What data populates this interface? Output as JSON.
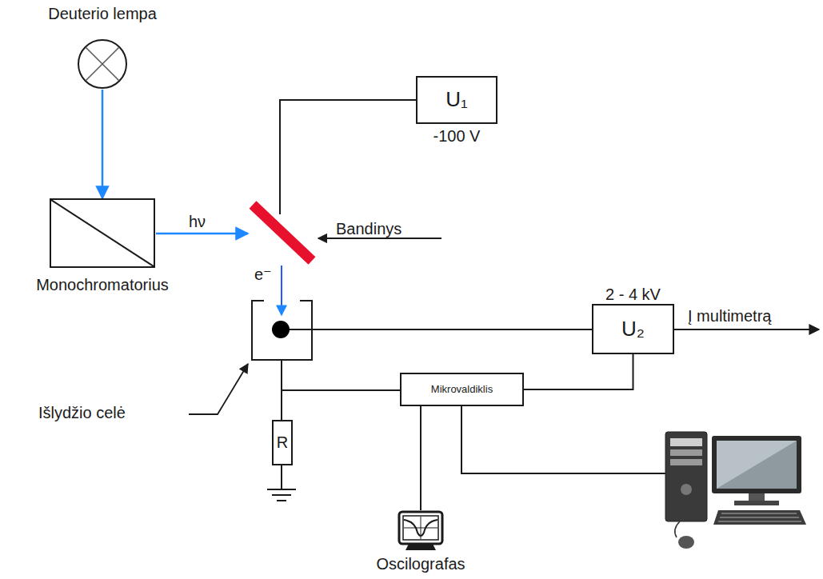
{
  "diagram": {
    "nodes": [
      {
        "text": [
          "Deuterio lempa"
        ]
      },
      {
        "text": [
          "Monochromatorius"
        ]
      },
      {
        "text": [
          "U₁",
          "-100 V"
        ]
      },
      {
        "text": [
          "U₂",
          "2 - 4 kV"
        ]
      },
      {
        "text": [
          "Mikrovaldiklis"
        ]
      },
      {
        "text": [
          "R"
        ]
      },
      {
        "text": [
          "Oscilografas"
        ]
      }
    ],
    "edges": [
      {
        "from": 0,
        "to": 1,
        "arrow": "to"
      },
      {
        "from": 4,
        "to": 3,
        "arrow": "none"
      },
      {
        "from": 4,
        "to": 6,
        "arrow": "none"
      }
    ],
    "labels": [
      "hν",
      "Bandinys",
      "e⁻",
      "Išlydžio celė",
      "Į multimetrą"
    ]
  }
}
